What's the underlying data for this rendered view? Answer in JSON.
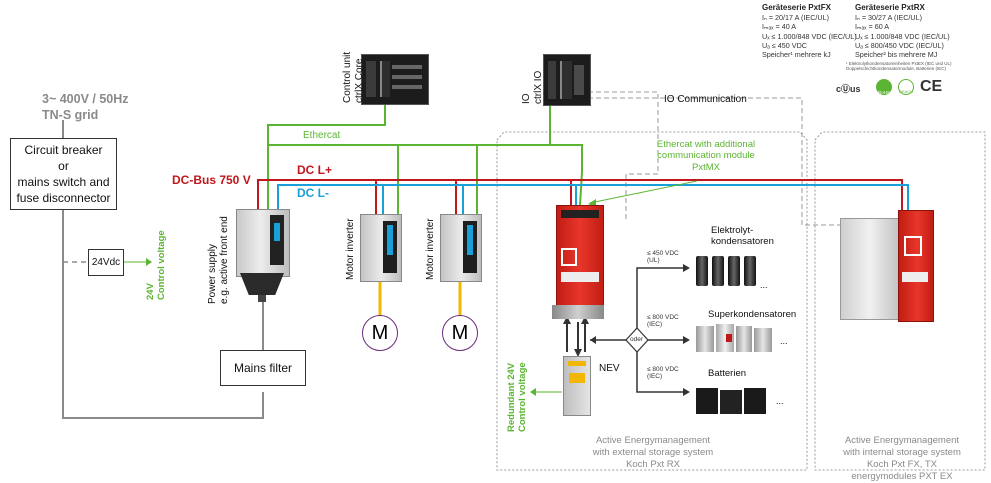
{
  "grid": {
    "line1": "3~ 400V / 50Hz",
    "line2": "TN-S grid"
  },
  "breaker_box": {
    "line1": "Circuit breaker",
    "line2": "or",
    "line3": "mains switch and",
    "line4": "fuse disconnector"
  },
  "supply_24v": {
    "label": "24Vdc",
    "voltage": "24V",
    "caption": "Control voltage"
  },
  "mains_filter": "Mains filter",
  "control_unit": {
    "line1": "Control unit",
    "line2": "ctrlX Core"
  },
  "io_unit": {
    "line1": "IO",
    "line2": "ctrlX IO"
  },
  "io_communication": "IO Communication",
  "ethercat": "Ethercat",
  "ethercat_note": {
    "line1": "Ethercat with additional",
    "line2": "communication module",
    "line3": "PxtMX"
  },
  "dc_bus": {
    "label": "DC-Bus 750 V",
    "plus": "DC L+",
    "minus": "DC L-"
  },
  "power_supply": {
    "line1": "Power supply",
    "line2": "e.g. active front end"
  },
  "motor_inverter_1": "Motor inverter",
  "motor_inverter_2": "Motor inverter",
  "motor_1": "M",
  "motor_2": "M",
  "nev": "NEV",
  "redundant": {
    "line1": "Redundant 24V",
    "line2": "Control voltage"
  },
  "oder": "oder",
  "storage": {
    "elko": {
      "vdc": "≤ 450 VDC",
      "std": "(UL)",
      "name1": "Elektrolyt-",
      "name2": "kondensatoren",
      "more": "..."
    },
    "super": {
      "vdc": "≤ 800 VDC",
      "std": "(IEC)",
      "name": "Superkondensatoren",
      "more": "..."
    },
    "batt": {
      "vdc": "≤ 800 VDC",
      "std": "(IEC)",
      "name": "Batterien",
      "more": "..."
    }
  },
  "external_caption": {
    "line1": "Active Energymanagement",
    "line2": "with external storage system",
    "line3": "Koch Pxt RX"
  },
  "internal_caption": {
    "line1": "Active Energymanagement",
    "line2": "with internal storage system",
    "line3": "Koch Pxt FX, TX",
    "line4": "energymodules PXT EX"
  },
  "specs": {
    "fx": {
      "title": "Geräteserie PxtFX",
      "l1": "Iₙ = 20/17 A (IEC/UL)",
      "l2": "Iₘₐₓ = 40 A",
      "l3": "Uₓ ≤ 1.000/848 VDC (IEC/UL)",
      "l4": "Uₐ ≤ 450 VDC",
      "l5": "Speicher¹ mehrere kJ"
    },
    "rx": {
      "title": "Geräteserie PxtRX",
      "l1": "Iₙ = 30/27 A (IEC/UL)",
      "l2": "Iₘₐₓ = 60 A",
      "l3": "Uₓ ≤ 1.000/848 VDC (IEC/UL)",
      "l4": "Uₐ ≤ 800/450 VDC (IEC/UL)",
      "l5": "Speicher² bis mehrere MJ"
    },
    "footnote1": "¹ Elektrolytkondensatoreinheiten PxtEX (IEC und UL)",
    "footnote2": "Doppelschichtkondensatormodule, Batterien (IEC)"
  },
  "certs": {
    "ul": "cⓊus",
    "rohs": "RoHS",
    "reach": "REACH",
    "ce": "CE"
  },
  "colors": {
    "ethercat": "#5cb532",
    "dc_plus": "#c0161c",
    "dc_minus": "#1aa0d8",
    "cable": "#8a8a8a",
    "device_red": "#e0261b",
    "motor_shaft": "#f2b705"
  }
}
